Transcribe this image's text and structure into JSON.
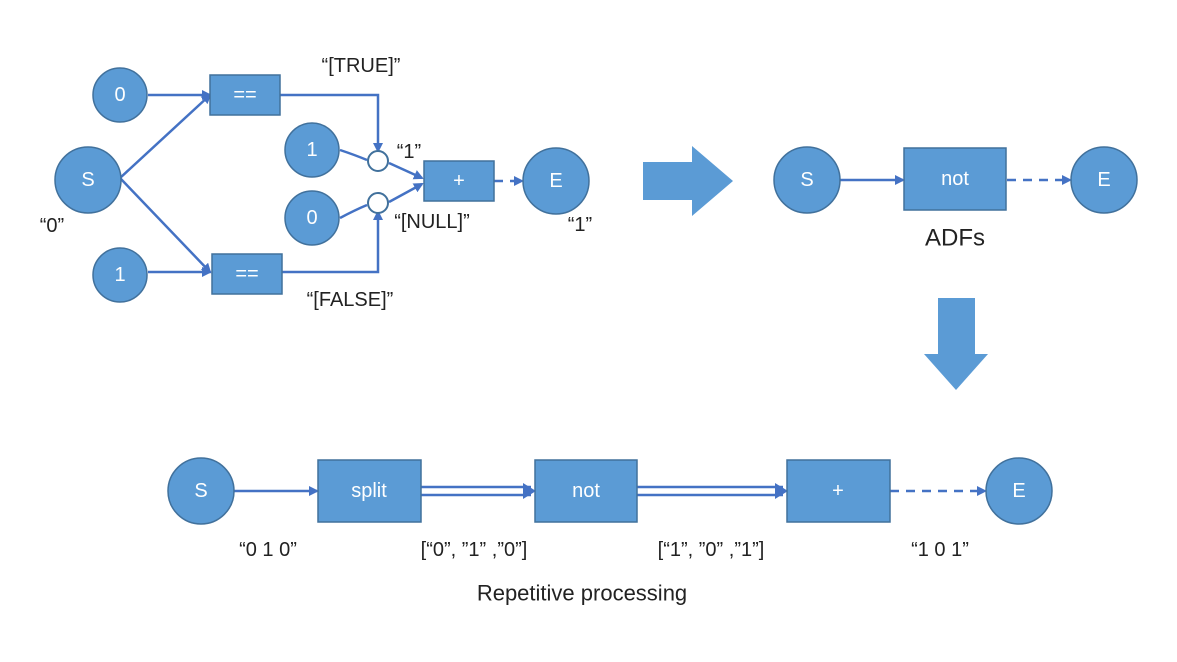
{
  "nodes": {
    "left_s": "S",
    "left_in0": "0",
    "left_in1": "1",
    "left_eq_top": "==",
    "left_eq_bottom": "==",
    "left_c1": "1",
    "left_c0": "0",
    "left_plus": "+",
    "left_e": "E",
    "right_s": "S",
    "right_not": "not",
    "right_e": "E",
    "bottom_s": "S",
    "bottom_split": "split",
    "bottom_not": "not",
    "bottom_plus": "+",
    "bottom_e": "E"
  },
  "labels": {
    "s_input": "“0”",
    "true_out": "“[TRUE]”",
    "false_out": "“[FALSE]”",
    "sel_one": "“1”",
    "sel_null": "“[NULL]”",
    "e_output": "“1”",
    "bottom_in": "“0 1 0”",
    "after_split": "[“0”, ”1” ,”0”]",
    "after_not": "[“1”, ”0” ,”1”]",
    "bottom_out": "“1 0 1”"
  },
  "captions": {
    "adfs": "ADFs",
    "repetitive": "Repetitive processing"
  },
  "colors": {
    "node_fill": "#5b9bd5",
    "node_stroke": "#41719c",
    "edge": "#4472c4"
  }
}
